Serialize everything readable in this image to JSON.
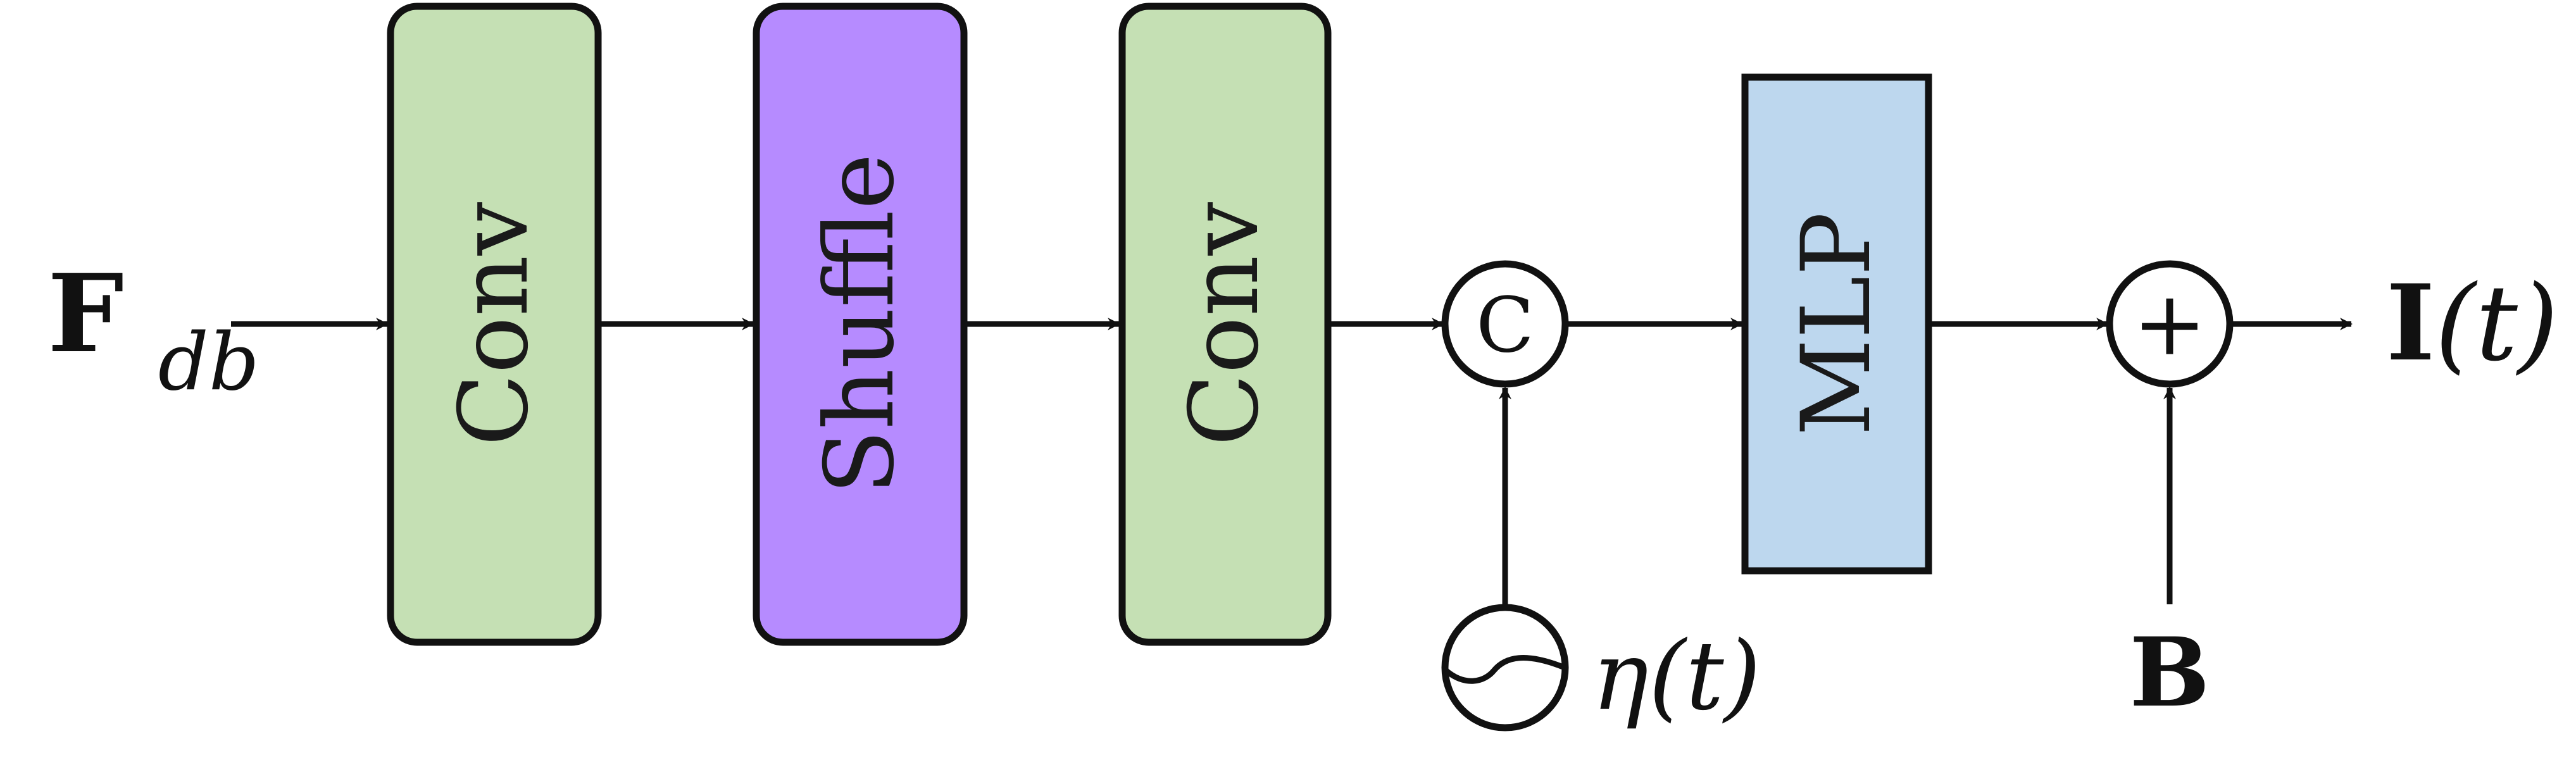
{
  "blocks": {
    "conv1": {
      "label": "Conv",
      "color": "#c5e0b4"
    },
    "shuffle": {
      "label": "Shuffle",
      "color": "#b68bff"
    },
    "conv2": {
      "label": "Conv",
      "color": "#c5e0b4"
    },
    "mlp": {
      "label": "MLP",
      "color": "#bdd7ee"
    }
  },
  "operators": {
    "concat": {
      "symbol": "C"
    },
    "add": {
      "symbol": "+"
    }
  },
  "inputs": {
    "features": {
      "main": "F",
      "subscript": "db"
    },
    "noise": {
      "symbol": "η",
      "arg": "(t)"
    },
    "bias": {
      "label": "B"
    }
  },
  "output": {
    "main": "I",
    "arg": "(t)"
  }
}
